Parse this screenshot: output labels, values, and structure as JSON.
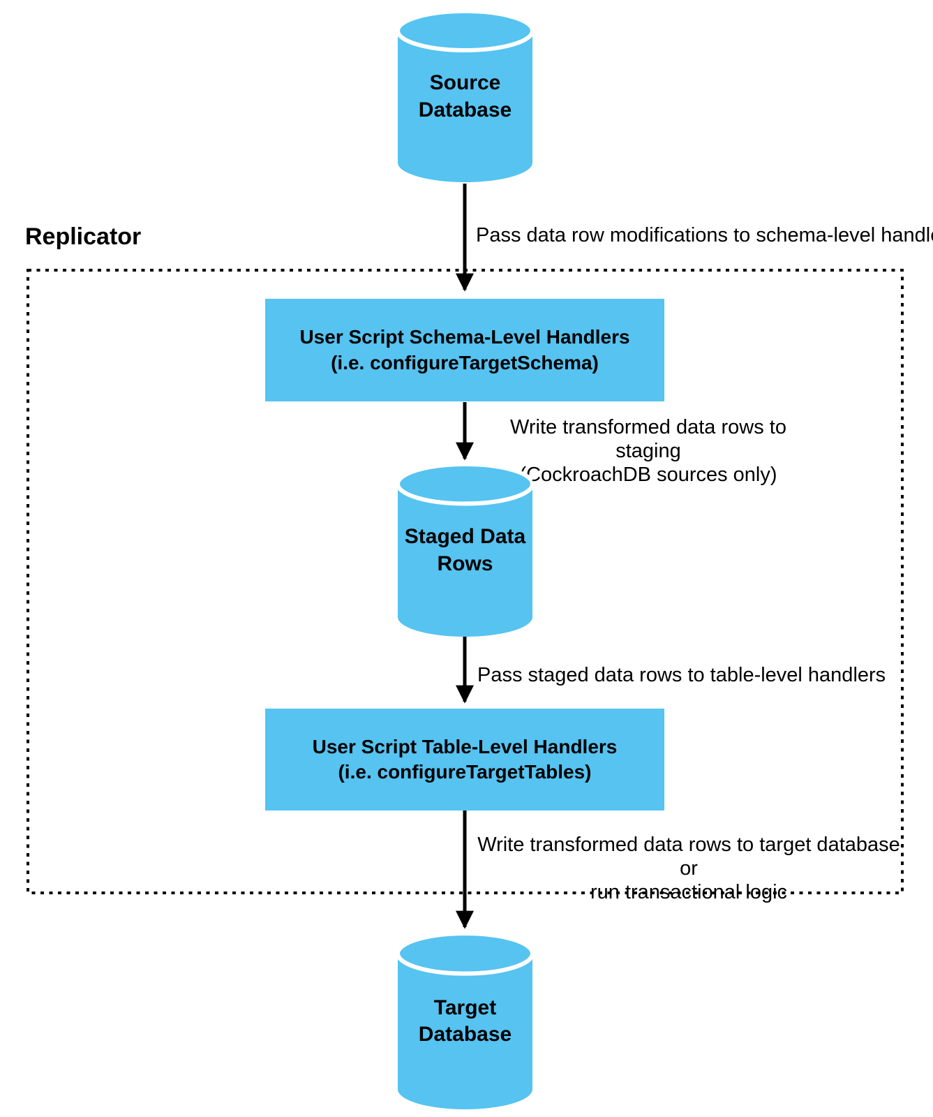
{
  "colors": {
    "node_fill": "#56C3F1",
    "line": "#000000",
    "text": "#000000"
  },
  "container": {
    "label": "Replicator"
  },
  "nodes": {
    "source_database": {
      "label": "Source\nDatabase"
    },
    "schema_handlers": {
      "label": "User Script Schema-Level Handlers\n(i.e. configureTargetSchema)"
    },
    "staged_data_rows": {
      "label": "Staged Data\nRows"
    },
    "table_handlers": {
      "label": "User Script Table-Level Handlers\n(i.e. configureTargetTables)"
    },
    "target_database": {
      "label": "Target\nDatabase"
    }
  },
  "edges": {
    "source_to_schema": {
      "label": "Pass data row modifications to schema-level handlers"
    },
    "schema_to_staged": {
      "label": "Write transformed data rows to staging\n(CockroachDB sources only)"
    },
    "staged_to_table": {
      "label": "Pass staged data rows to table-level handlers"
    },
    "table_to_target": {
      "label": "Write transformed data rows to target database or\nrun transactional logic"
    }
  }
}
